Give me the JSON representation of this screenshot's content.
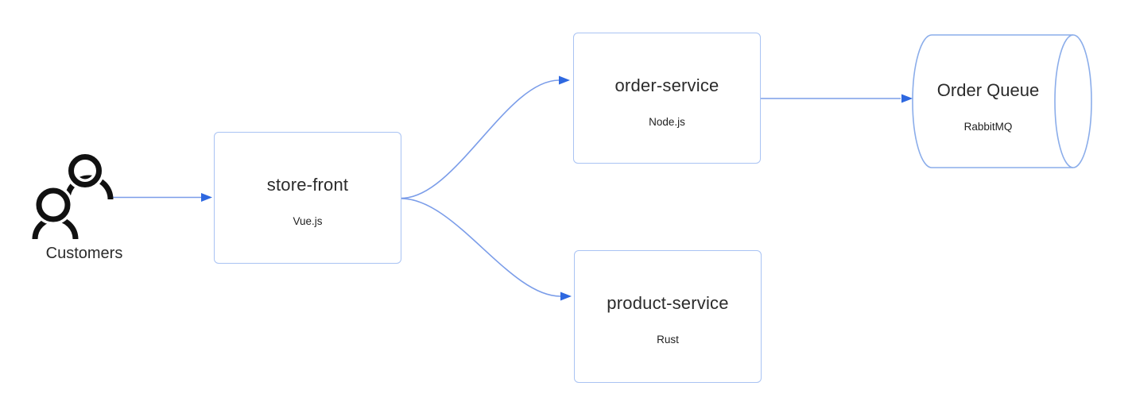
{
  "colors": {
    "background": "#ffffff",
    "node_fill": "#ffffff",
    "node_border": "#a9c3f3",
    "cylinder_border": "#8badea",
    "edge_line": "#7b9de9",
    "arrowhead_fill": "#2e68e0",
    "title_text": "#2b2b2b",
    "subtitle_text": "#1f1f1f",
    "actor_icon": "#111111"
  },
  "actor": {
    "label": "Customers",
    "icon": "users-icon"
  },
  "nodes": {
    "store_front": {
      "title": "store-front",
      "subtitle": "Vue.js",
      "shape": "rectangle"
    },
    "order_service": {
      "title": "order-service",
      "subtitle": "Node.js",
      "shape": "rectangle"
    },
    "product_service": {
      "title": "product-service",
      "subtitle": "Rust",
      "shape": "rectangle"
    },
    "order_queue": {
      "title": "Order Queue",
      "subtitle": "RabbitMQ",
      "shape": "cylinder"
    }
  },
  "edges": [
    {
      "from": "Customers",
      "to": "store-front",
      "style": "straight-arrow"
    },
    {
      "from": "store-front",
      "to": "order-service",
      "style": "curved-arrow"
    },
    {
      "from": "store-front",
      "to": "product-service",
      "style": "curved-arrow"
    },
    {
      "from": "order-service",
      "to": "Order Queue",
      "style": "straight-arrow"
    }
  ]
}
